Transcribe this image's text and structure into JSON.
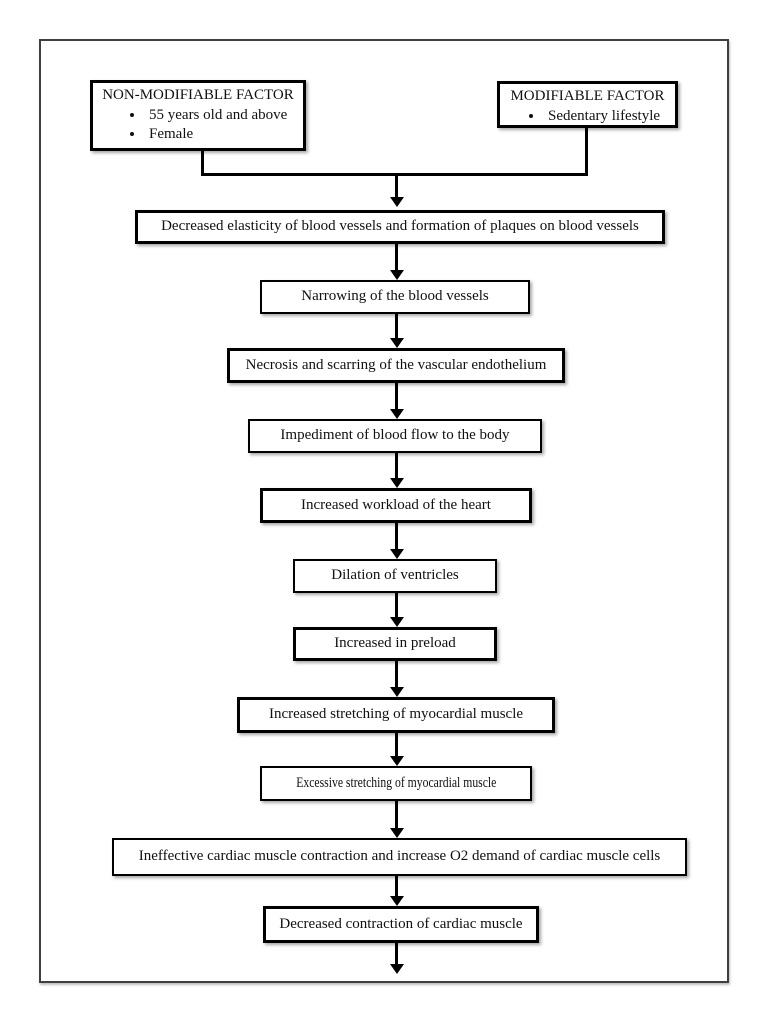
{
  "factors": {
    "non_modifiable": {
      "title": "NON-MODIFIABLE FACTOR",
      "bullets": [
        "55 years old and above",
        "Female"
      ]
    },
    "modifiable": {
      "title": "MODIFIABLE FACTOR",
      "bullets": [
        "Sedentary lifestyle"
      ]
    }
  },
  "flow": {
    "steps": [
      {
        "label": "Decreased elasticity of blood vessels and formation of plaques on blood vessels"
      },
      {
        "label": "Narrowing of the blood vessels"
      },
      {
        "label": "Necrosis and scarring of the vascular endothelium"
      },
      {
        "label": "Impediment of blood flow to the body"
      },
      {
        "label": "Increased workload of the heart"
      },
      {
        "label": "Dilation of ventricles"
      },
      {
        "label": "Increased in preload"
      },
      {
        "label": "Increased stretching of myocardial muscle"
      },
      {
        "label": "Excessive stretching of myocardial muscle"
      },
      {
        "label": "Ineffective cardiac muscle contraction and increase O2 demand of cardiac muscle cells"
      },
      {
        "label": "Decreased contraction of cardiac muscle"
      }
    ]
  },
  "colors": {
    "box_border": "#000000",
    "connector": "#000000",
    "frame_border": "#3f3f3f",
    "background": "#ffffff",
    "text": "#111111"
  }
}
